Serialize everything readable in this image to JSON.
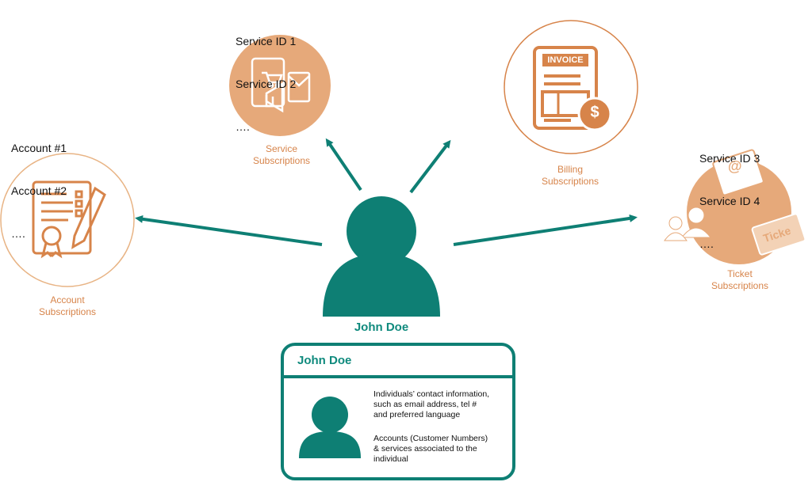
{
  "colors": {
    "teal": "#0e7f74",
    "orange": "#d7844a",
    "light_orange": "#e8b485",
    "circle_fill": "#e6a97a"
  },
  "service": {
    "ids": [
      "Service ID 1",
      "Service ID 2",
      "…."
    ],
    "caption_line1": "Service",
    "caption_line2": "Subscriptions"
  },
  "billing": {
    "caption_line1": "Billing",
    "caption_line2": "Subscriptions",
    "invoice_label": "INVOICE"
  },
  "account": {
    "ids": [
      "Account #1",
      "Account #2",
      "…."
    ],
    "caption_line1": "Account",
    "caption_line2": "Subscriptions"
  },
  "ticket": {
    "ids": [
      "Service ID 3",
      "Service ID 4",
      "…."
    ],
    "caption_line1": "Ticket",
    "caption_line2": "Subscriptions",
    "ticket_label": "Ticke"
  },
  "user": {
    "name": "John Doe"
  },
  "card": {
    "title": "John Doe",
    "text1_line1": "Individuals’ contact information,",
    "text1_line2": "such as email address, tel #",
    "text1_line3": "and preferred language",
    "text2_line1": "Accounts (Customer Numbers)",
    "text2_line2": "& services associated to the",
    "text2_line3": "individual"
  }
}
